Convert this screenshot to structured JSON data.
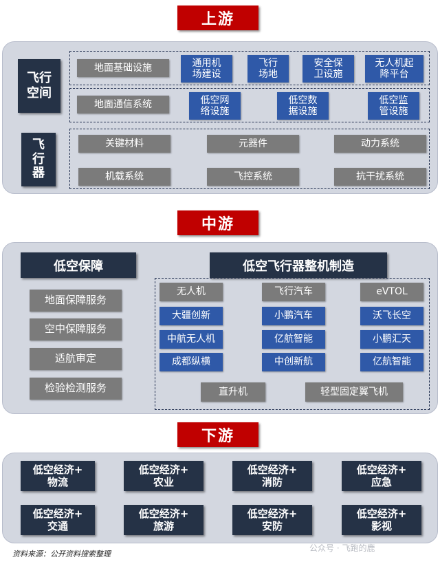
{
  "upstream": {
    "title": "上游",
    "flight_space": {
      "label": "飞行\n空间",
      "ground_infra": {
        "label": "地面基础设施",
        "items": [
          "通用机\n场建设",
          "飞行\n场地",
          "安全保\n卫设施",
          "无人机起\n降平台"
        ]
      },
      "ground_comm": {
        "label": "地面通信系统",
        "items": [
          "低空网\n络设施",
          "低空数\n据设施",
          "低空监\n管设施"
        ]
      }
    },
    "aircraft": {
      "label": "飞\n行\n器",
      "items": [
        "关键材料",
        "元器件",
        "动力系统",
        "机载系统",
        "飞控系统",
        "抗干扰系统"
      ]
    }
  },
  "midstream": {
    "title": "中游",
    "support": {
      "title": "低空保障",
      "items": [
        "地面保障服务",
        "空中保障服务",
        "适航审定",
        "检验检测服务"
      ]
    },
    "manufacturing": {
      "title": "低空飞行器整机制造",
      "columns": [
        {
          "header": "无人机",
          "items": [
            "大疆创新",
            "中航无人机",
            "成都纵横"
          ]
        },
        {
          "header": "飞行汽车",
          "items": [
            "小鹏汽车",
            "亿航智能",
            "中创新航"
          ]
        },
        {
          "header": "eVTOL",
          "items": [
            "沃飞长空",
            "小鹏汇天",
            "亿航智能"
          ]
        }
      ],
      "bottom": [
        "直升机",
        "轻型固定翼飞机"
      ]
    }
  },
  "downstream": {
    "title": "下游",
    "items": [
      "低空经济+\n物流",
      "低空经济+\n农业",
      "低空经济+\n消防",
      "低空经济+\n应急",
      "低空经济+\n交通",
      "低空经济+\n旅游",
      "低空经济+\n安防",
      "低空经济+\n影视"
    ]
  },
  "footer": {
    "source": "资料来源：公开资料搜索整理",
    "watermark": "公众号 · 飞跑的鹿"
  }
}
